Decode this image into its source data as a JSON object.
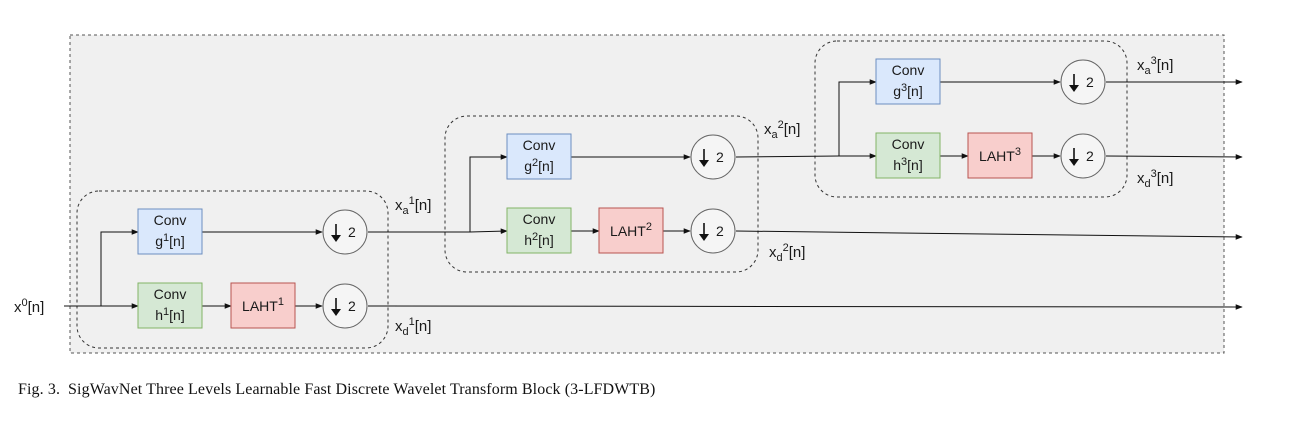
{
  "diagram": {
    "input": {
      "base": "x",
      "sup": "0",
      "suffix": "[n]"
    },
    "conv_label": "Conv",
    "down_label": "2",
    "levels": [
      {
        "g_filter": {
          "base": "g",
          "sup": "1",
          "suffix": "[n]"
        },
        "h_filter": {
          "base": "h",
          "sup": "1",
          "suffix": "[n]"
        },
        "laht": {
          "base": "LAHT",
          "sup": "1"
        },
        "approx_out": {
          "base": "x",
          "sub": "a",
          "sup": "1",
          "suffix": "[n]"
        },
        "detail_out": {
          "base": "x",
          "sub": "d",
          "sup": "1",
          "suffix": "[n]"
        }
      },
      {
        "g_filter": {
          "base": "g",
          "sup": "2",
          "suffix": "[n]"
        },
        "h_filter": {
          "base": "h",
          "sup": "2",
          "suffix": "[n]"
        },
        "laht": {
          "base": "LAHT",
          "sup": "2"
        },
        "approx_out": {
          "base": "x",
          "sub": "a",
          "sup": "2",
          "suffix": "[n]"
        },
        "detail_out": {
          "base": "x",
          "sub": "d",
          "sup": "2",
          "suffix": "[n]"
        }
      },
      {
        "g_filter": {
          "base": "g",
          "sup": "3",
          "suffix": "[n]"
        },
        "h_filter": {
          "base": "h",
          "sup": "3",
          "suffix": "[n]"
        },
        "laht": {
          "base": "LAHT",
          "sup": "3"
        },
        "approx_out": {
          "base": "x",
          "sub": "a",
          "sup": "3",
          "suffix": "[n]"
        },
        "detail_out": {
          "base": "x",
          "sub": "d",
          "sup": "3",
          "suffix": "[n]"
        }
      }
    ],
    "colors": {
      "g_fill": "#dae8fc",
      "g_stroke": "#6c8ebf",
      "h_fill": "#d5e8d4",
      "h_stroke": "#82b366",
      "laht_fill": "#f8cecc",
      "laht_stroke": "#b85450",
      "down_fill": "#f5f5f5",
      "down_stroke": "#666666",
      "background": "#f0f0f0"
    }
  },
  "caption": {
    "figure": "Fig. 3.",
    "text": "SigWavNet Three Levels Learnable Fast Discrete Wavelet Transform Block (3-LFDWTB)"
  }
}
